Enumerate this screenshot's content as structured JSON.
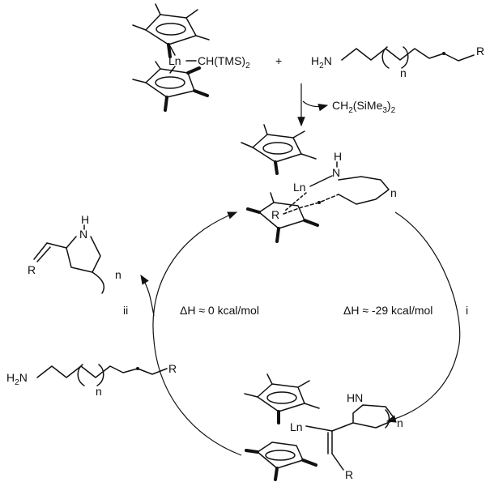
{
  "metal": "Ln",
  "catalyst": {
    "ligand": "CH(TMS)",
    "ligand_sub": "2"
  },
  "plus": "+",
  "substrate": {
    "amine": "H",
    "amine_sub": "2",
    "amine_n": "N",
    "n": "n",
    "r": "R"
  },
  "byproduct": {
    "main": "CH",
    "sub1": "2",
    "mid": "(SiMe",
    "sub2": "3",
    "end": ")",
    "sub3": "2"
  },
  "intermediate_top": {
    "h": "H",
    "n_atom": "N",
    "r": "R",
    "n": "n"
  },
  "intermediate_bottom": {
    "hn": "HN",
    "r": "R",
    "n": "n"
  },
  "product": {
    "h": "H",
    "n_atom": "N",
    "r": "R",
    "n": "n"
  },
  "steps": {
    "i": "i",
    "ii": "ii"
  },
  "energies": {
    "right": "ΔH ≈ -29 kcal/mol",
    "left": "ΔH ≈ 0 kcal/mol"
  }
}
